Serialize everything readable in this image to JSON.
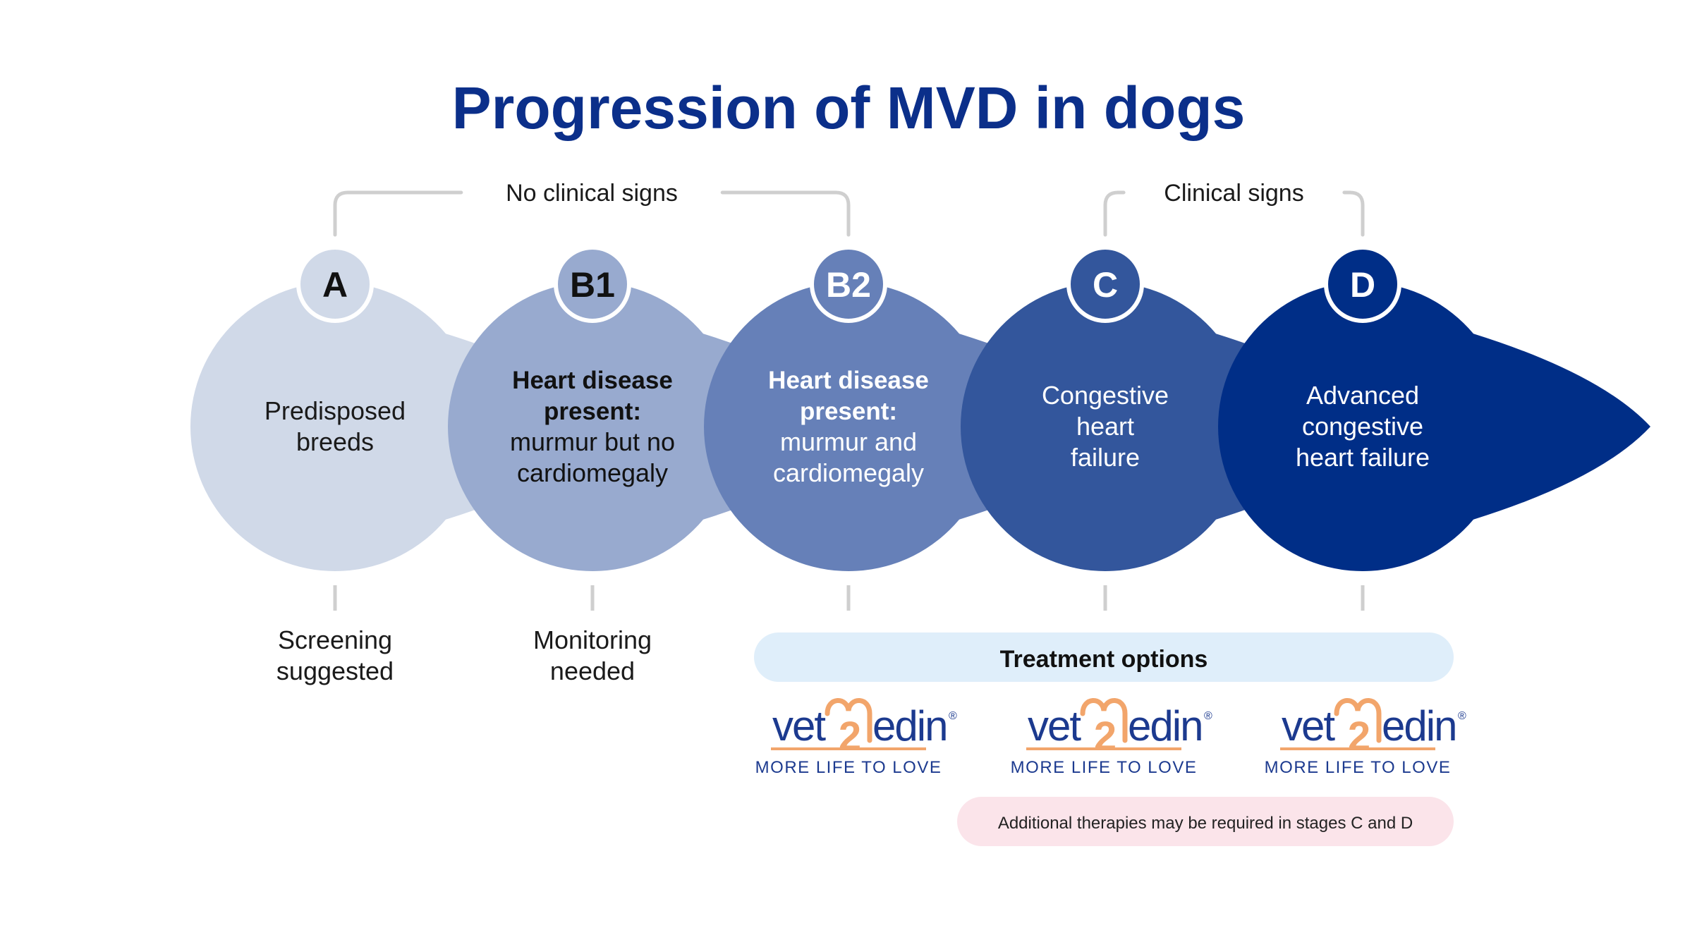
{
  "title": "Progression of MVD in dogs",
  "groups": [
    {
      "label": "No clinical signs",
      "from_stage": 0,
      "to_stage": 2
    },
    {
      "label": "Clinical signs",
      "from_stage": 3,
      "to_stage": 4
    }
  ],
  "stages": [
    {
      "id": "A",
      "bold_lines": [],
      "lines": [
        "Predisposed",
        "breeds"
      ],
      "note_lines": [
        "Screening",
        "suggested"
      ]
    },
    {
      "id": "B1",
      "bold_lines": [
        "Heart disease",
        "present:"
      ],
      "lines": [
        "murmur but no",
        "cardiomegaly"
      ],
      "note_lines": [
        "Monitoring",
        "needed"
      ]
    },
    {
      "id": "B2",
      "bold_lines": [
        "Heart disease",
        "present:"
      ],
      "lines": [
        "murmur and",
        "cardiomegaly"
      ],
      "note_lines": []
    },
    {
      "id": "C",
      "bold_lines": [],
      "lines": [
        "Congestive",
        "heart",
        "failure"
      ],
      "note_lines": []
    },
    {
      "id": "D",
      "bold_lines": [],
      "lines": [
        "Advanced",
        "congestive",
        "heart failure"
      ],
      "note_lines": []
    }
  ],
  "colors": {
    "title": "#0b2f8a",
    "stage_fills": [
      "#d0d9e8",
      "#98aacf",
      "#6680b8",
      "#33569c",
      "#002e87"
    ],
    "badge_fills": [
      "#d0d9e8",
      "#98aacf",
      "#6680b8",
      "#33569c",
      "#002e87"
    ],
    "badge_text": [
      "#111111",
      "#111111",
      "#ffffff",
      "#ffffff",
      "#ffffff"
    ],
    "stage_text": [
      "#1a1a1a",
      "#111111",
      "#ffffff",
      "#ffffff",
      "#ffffff"
    ],
    "bracket": "#cfcfcf",
    "treatment_bg": "#dfeefa",
    "additional_bg": "#fbe4ea",
    "brand_blue": "#1c3a8f",
    "brand_orange": "#f2a56b"
  },
  "treatment": {
    "label": "Treatment options",
    "logos": [
      {
        "brand_left": "vet",
        "brand_heart_digit": "2",
        "brand_right": "edin",
        "reg": "®",
        "tagline": "MORE LIFE TO LOVE"
      },
      {
        "brand_left": "vet",
        "brand_heart_digit": "2",
        "brand_right": "edin",
        "reg": "®",
        "tagline": "MORE LIFE TO LOVE"
      },
      {
        "brand_left": "vet",
        "brand_heart_digit": "2",
        "brand_right": "edin",
        "reg": "®",
        "tagline": "MORE LIFE TO LOVE"
      }
    ],
    "additional": "Additional therapies may be required in stages C and D"
  }
}
